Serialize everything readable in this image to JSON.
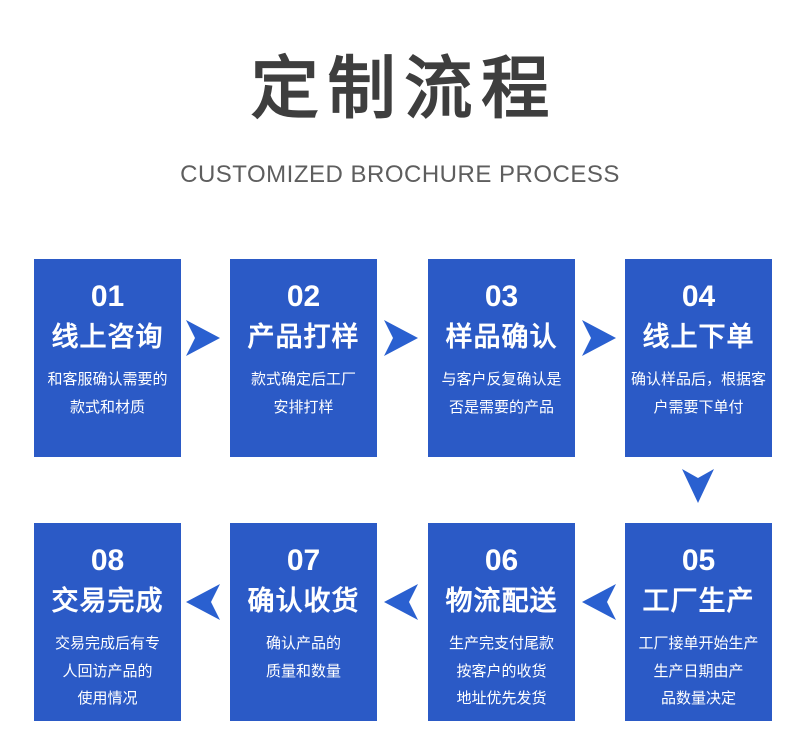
{
  "header": {
    "title": "定制流程",
    "subtitle": "CUSTOMIZED BROCHURE PROCESS"
  },
  "steps": [
    {
      "number": "01",
      "title": "线上咨询",
      "body": [
        "和客服确认需要的",
        "款式和材质"
      ]
    },
    {
      "number": "02",
      "title": "产品打样",
      "body": [
        "款式确定后工厂",
        "安排打样"
      ]
    },
    {
      "number": "03",
      "title": "样品确认",
      "body": [
        "与客户反复确认是",
        "否是需要的产品"
      ]
    },
    {
      "number": "04",
      "title": "线上下单",
      "body": [
        "确认样品后，根据客",
        "户需要下单付"
      ]
    },
    {
      "number": "05",
      "title": "工厂生产",
      "body": [
        "工厂接单开始生产",
        "生产日期由产",
        "品数量决定"
      ]
    },
    {
      "number": "06",
      "title": "物流配送",
      "body": [
        "生产完支付尾款",
        "按客户的收货",
        "地址优先发货"
      ]
    },
    {
      "number": "07",
      "title": "确认收货",
      "body": [
        "确认产品的",
        "质量和数量"
      ]
    },
    {
      "number": "08",
      "title": "交易完成",
      "body": [
        "交易完成后有专",
        "人回访产品的",
        "使用情况"
      ]
    }
  ],
  "flow": {
    "row1_order": [
      "01",
      "02",
      "03",
      "04"
    ],
    "row2_order": [
      "08",
      "07",
      "06",
      "05"
    ],
    "arrow_directions": {
      "row1": "right",
      "row2": "left",
      "row_connector": "down"
    }
  },
  "colors": {
    "box_blue": "#2b5ac6",
    "arrow_blue": "#2a60d0",
    "title_gray": "#3e3e3e",
    "subtitle_gray": "#5e5e5e",
    "box_text": "#ffffff",
    "background": "#ffffff"
  }
}
